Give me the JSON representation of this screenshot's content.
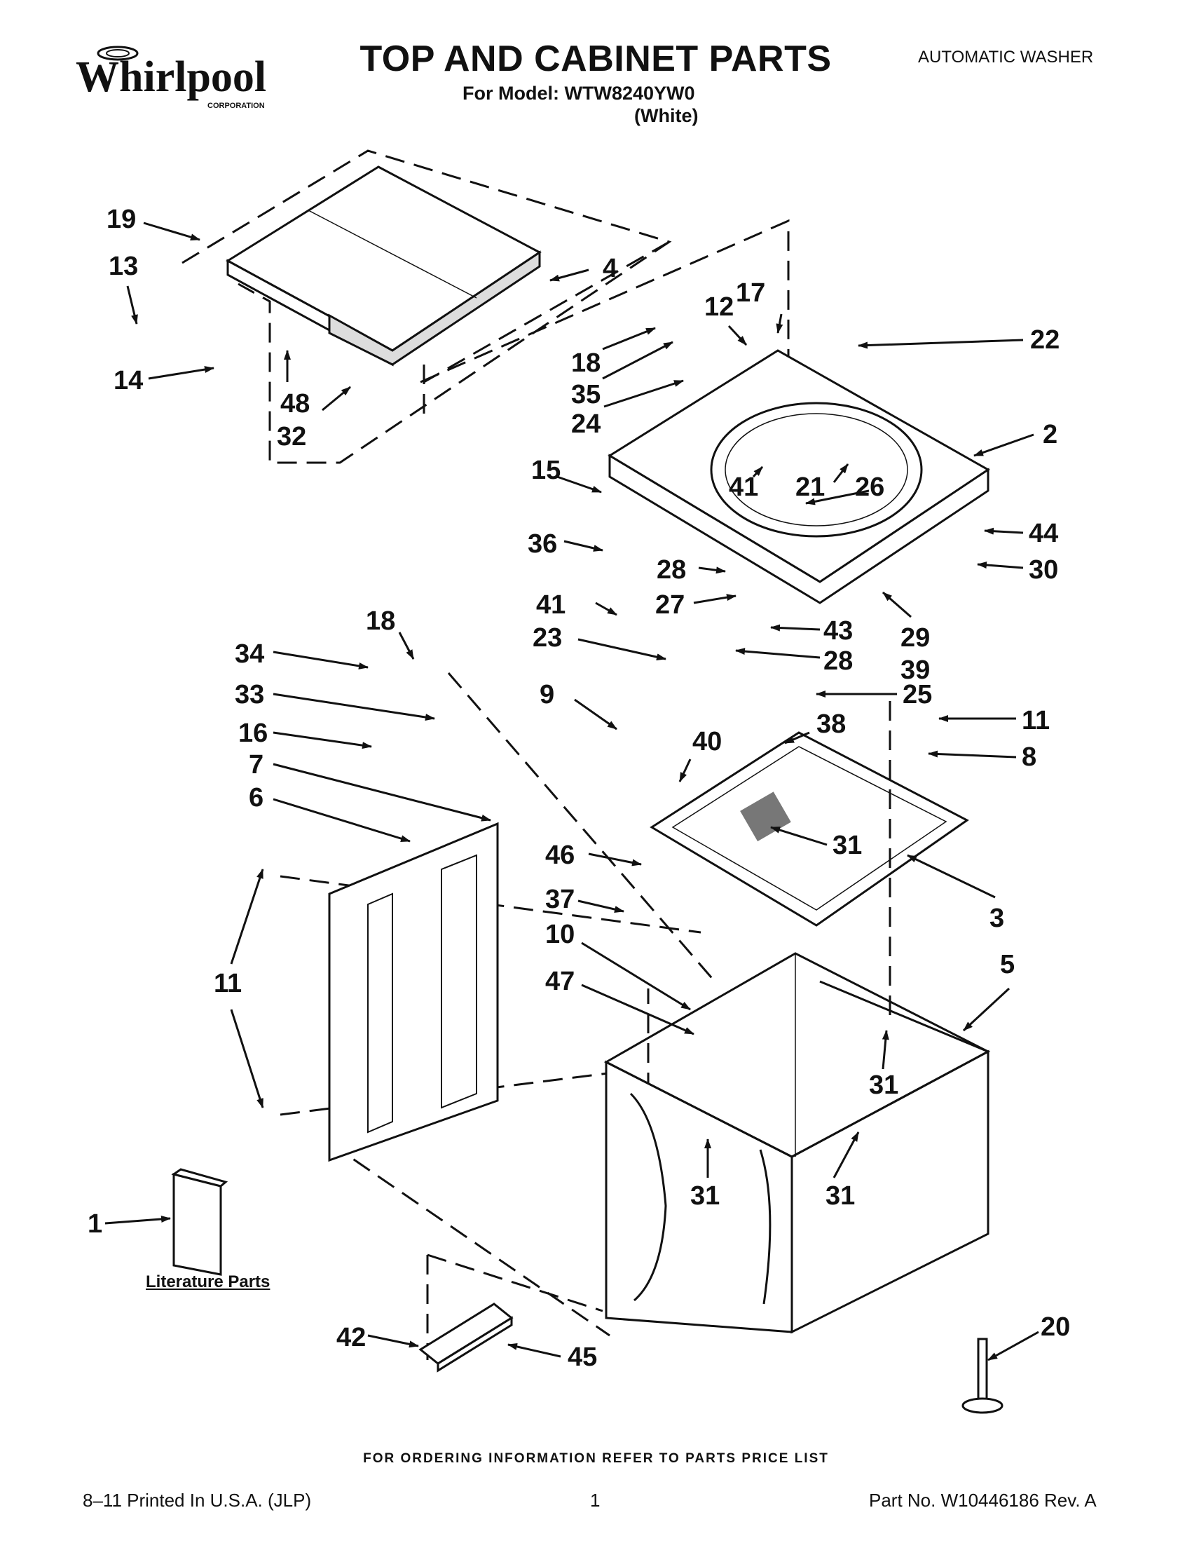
{
  "header": {
    "brand": "Whirlpool",
    "brand_sub": "CORPORATION",
    "title": "TOP AND CABINET PARTS",
    "model": "For Model: WTW8240YW0",
    "color": "(White)",
    "product_type": "AUTOMATIC WASHER"
  },
  "literature_label": "Literature Parts",
  "footer": {
    "ordering": "FOR ORDERING INFORMATION REFER TO PARTS PRICE LIST",
    "printed": "8–11 Printed In U.S.A. (JLP)",
    "page": "1",
    "part_no": "Part No. W10446186 Rev. A"
  },
  "callouts": [
    {
      "num": "19"
    },
    {
      "num": "13"
    },
    {
      "num": "14"
    },
    {
      "num": "48"
    },
    {
      "num": "32"
    },
    {
      "num": "4"
    },
    {
      "num": "17"
    },
    {
      "num": "12"
    },
    {
      "num": "18"
    },
    {
      "num": "35"
    },
    {
      "num": "24"
    },
    {
      "num": "22"
    },
    {
      "num": "2"
    },
    {
      "num": "15"
    },
    {
      "num": "41"
    },
    {
      "num": "21"
    },
    {
      "num": "26"
    },
    {
      "num": "44"
    },
    {
      "num": "36"
    },
    {
      "num": "28"
    },
    {
      "num": "30"
    },
    {
      "num": "41"
    },
    {
      "num": "27"
    },
    {
      "num": "43"
    },
    {
      "num": "29"
    },
    {
      "num": "23"
    },
    {
      "num": "28"
    },
    {
      "num": "39"
    },
    {
      "num": "18"
    },
    {
      "num": "34"
    },
    {
      "num": "25"
    },
    {
      "num": "33"
    },
    {
      "num": "9"
    },
    {
      "num": "38"
    },
    {
      "num": "11"
    },
    {
      "num": "16"
    },
    {
      "num": "40"
    },
    {
      "num": "7"
    },
    {
      "num": "8"
    },
    {
      "num": "6"
    },
    {
      "num": "31"
    },
    {
      "num": "46"
    },
    {
      "num": "37"
    },
    {
      "num": "3"
    },
    {
      "num": "10"
    },
    {
      "num": "5"
    },
    {
      "num": "11"
    },
    {
      "num": "47"
    },
    {
      "num": "31"
    },
    {
      "num": "31"
    },
    {
      "num": "31"
    },
    {
      "num": "1"
    },
    {
      "num": "42"
    },
    {
      "num": "45"
    },
    {
      "num": "20"
    }
  ]
}
